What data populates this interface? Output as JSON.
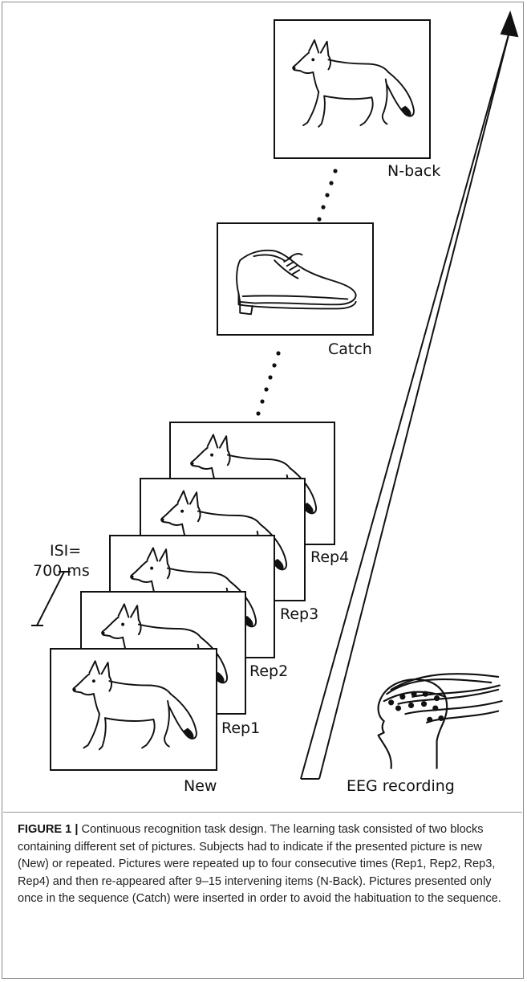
{
  "labels": {
    "new": "New",
    "rep1": "Rep1",
    "rep2": "Rep2",
    "rep3": "Rep3",
    "rep4": "Rep4",
    "catch": "Catch",
    "nback": "N-back",
    "isi_line1": "ISI=",
    "isi_line2": "700 ms",
    "eeg": "EEG recording"
  },
  "caption": {
    "title": "FIGURE 1 |",
    "text": " Continuous recognition task design. The learning task consisted of two blocks containing different set of pictures. Subjects had to indicate if the presented picture is new (New) or repeated. Pictures were repeated up to four consecutive times (Rep1, Rep2, Rep3, Rep4) and then re-appeared after 9–15 intervening items (N-Back). Pictures presented only once in the sequence (Catch) were inserted in order to avoid the habituation to the sequence."
  }
}
